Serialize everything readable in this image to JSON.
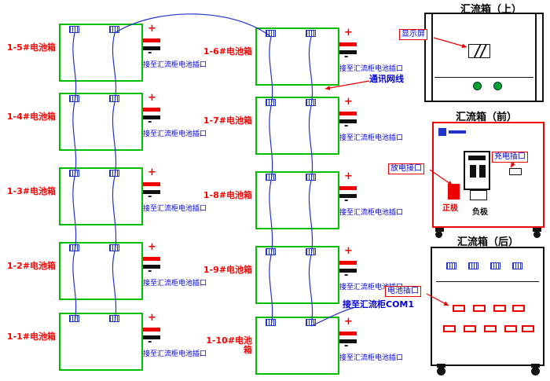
{
  "batteries": {
    "left": [
      {
        "label": "1-5#电池箱"
      },
      {
        "label": "1-4#电池箱"
      },
      {
        "label": "1-3#电池箱"
      },
      {
        "label": "1-2#电池箱"
      },
      {
        "label": "1-1#电池箱"
      }
    ],
    "right": [
      {
        "label": "1-6#电池箱"
      },
      {
        "label": "1-7#电池箱"
      },
      {
        "label": "1-8#电池箱"
      },
      {
        "label": "1-9#电池箱"
      },
      {
        "label": "1-10#电池箱"
      }
    ],
    "socket_label": "接至汇流柜电池插口"
  },
  "terminals": {
    "plus": "+",
    "minus": "-"
  },
  "annotations": {
    "comm_cable": "通讯网线",
    "com1_note": "接至汇流柜COM1",
    "display_screen": "显示屏",
    "discharge_port": "放电接口",
    "charge_port": "充电插口",
    "positive": "正极",
    "negative": "负极",
    "battery_port": "电池插口"
  },
  "panels": {
    "top": {
      "title": "汇流箱（上）"
    },
    "front": {
      "title": "汇流箱（前）"
    },
    "rear": {
      "title": "汇流箱（后）"
    }
  },
  "colors": {
    "battery_border": "#00c000",
    "label_red": "#ff0000",
    "wire_blue": "#2233cc",
    "annotation_blue": "#0000dd",
    "panel_border_red": "#ee0000"
  }
}
